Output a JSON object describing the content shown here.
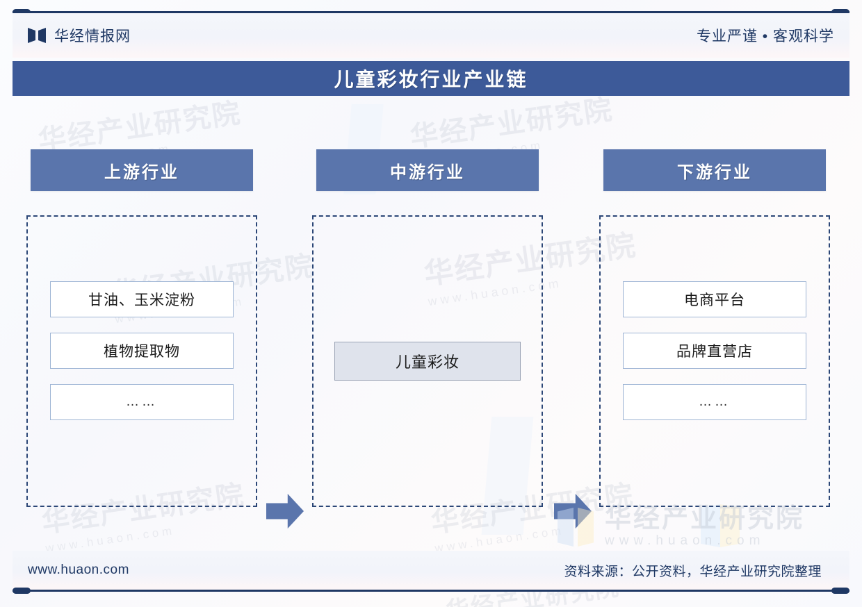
{
  "header": {
    "brand": "华经情报网",
    "slogan": "专业严谨 • 客观科学",
    "logo_icon": "huaon-book-logo-icon"
  },
  "title": "儿童彩妆行业产业链",
  "chain": {
    "columns": [
      {
        "key": "upstream",
        "heading": "上游行业",
        "items": [
          "甘油、玉米淀粉",
          "植物提取物",
          "……"
        ]
      },
      {
        "key": "midstream",
        "heading": "中游行业",
        "items": [
          "儿童彩妆"
        ]
      },
      {
        "key": "downstream",
        "heading": "下游行业",
        "items": [
          "电商平台",
          "品牌直营店",
          "……"
        ]
      }
    ],
    "arrows": [
      "arrow-right-icon",
      "arrow-right-icon"
    ]
  },
  "watermark": {
    "text": "华经产业研究院",
    "url": "www.huaon.com"
  },
  "footer": {
    "url": "www.huaon.com",
    "source": "资料来源：公开资料，华经产业研究院整理"
  },
  "colors": {
    "navy": "#1f3864",
    "title_bar": "#3d5a99",
    "column_head": "#5a75ac",
    "arrow": "#5a75ac",
    "dashed_border": "#2c4777",
    "item_border": "#9db4d4",
    "center_node_fill": "#dfe3ec"
  }
}
